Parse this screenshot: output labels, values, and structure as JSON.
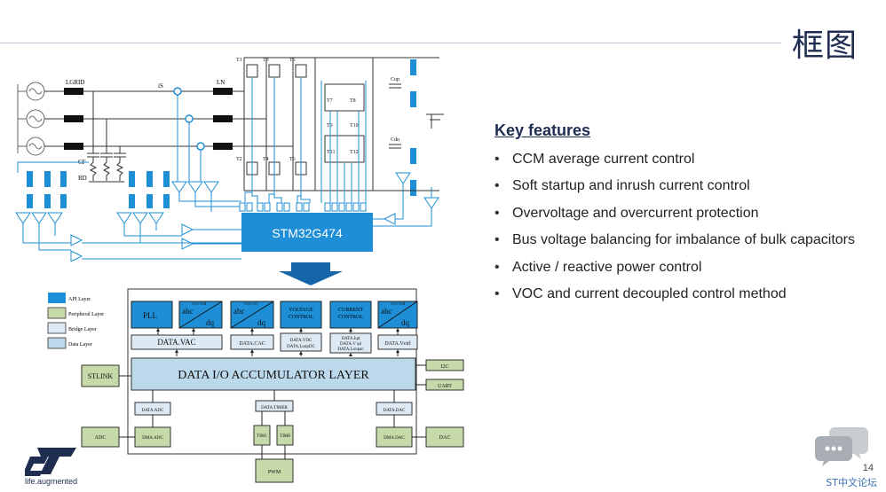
{
  "slide": {
    "title": "框图",
    "page_number": "14",
    "forum_label": "ST中文论坛",
    "logo_tagline": "life.augmented",
    "features_heading": "Key features",
    "features": [
      "CCM average current control",
      "Soft startup and inrush current control",
      "Overvoltage and overcurrent protection",
      "Bus voltage balancing for imbalance of bulk capacitors",
      "Active / reactive power control",
      "VOC and current decoupled control method"
    ]
  },
  "circuit": {
    "mcu": "STM32G474",
    "labels": {
      "lgrid": "LGRID",
      "is": "iS",
      "ln": "LN",
      "cf": "CF",
      "rd": "RD",
      "cup": "Cup",
      "cdn": "Cdn",
      "t1": "T1",
      "t2": "T2",
      "t3": "T3",
      "t4": "T4",
      "t5": "T5",
      "t6": "T6",
      "t7": "T7",
      "t8": "T8",
      "t9": "T9",
      "t10": "T10",
      "t11": "T11",
      "t12": "T12"
    }
  },
  "legend": [
    {
      "label": "API Layer",
      "color": "#1e8fd6"
    },
    {
      "label": "Peripheral Layer",
      "color": "#c6d9a8"
    },
    {
      "label": "Bridge Layer",
      "color": "#dde9f3"
    },
    {
      "label": "Data Layer",
      "color": "#bcd9ec"
    }
  ],
  "arch": {
    "accumulator": "DATA I/O ACCUMULATOR LAYER",
    "stlink": "STLINK",
    "i2c": "I2C",
    "uart": "UART",
    "adc": "ADC",
    "dac": "DAC",
    "pwm": "PWM",
    "pll": "PLL",
    "abc": "abc",
    "dq": "dq",
    "transf1_top": "VOCVAR",
    "transf2_top": "VOCCNT",
    "transf3_top": "VOCVAR",
    "voltage_control": "VOLTAGE CONTROL",
    "current_control": "CURRENT CONTROL",
    "data_vac": "DATA.VAC",
    "data_cac": "DATA.CAC",
    "data_vdc": "DATA.VDC",
    "data_loopdc": "DATA.LoopDC",
    "data_iqd": "DATA.Iqd",
    "data_vqd": "DATA.V qd",
    "data_loopac": "DATA.Loopac",
    "data_vctrl": "DATA.Vctrl",
    "data_adc": "DATA.ADC",
    "data_timer": "DATA.TIMER",
    "data_dac": "DATA.DAC",
    "dma_adc": "DMA.ADC",
    "dma_dac": "DMA.DAC",
    "tim1": "TIM1",
    "tim8": "TIM8"
  },
  "colors": {
    "blue": "#1e8fd6",
    "dark_blue": "#1565a8",
    "green": "#c6d9a8",
    "bridge": "#dde9f3",
    "data": "#bcd9ec",
    "navy": "#1f2d50"
  }
}
